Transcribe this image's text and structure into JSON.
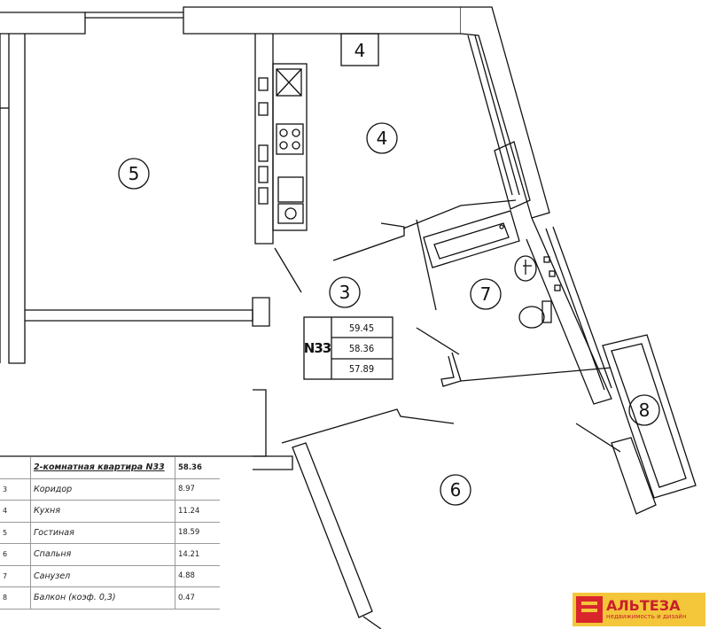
{
  "rooms": [
    {
      "num": "3"
    },
    {
      "num": "4"
    },
    {
      "num": "5"
    },
    {
      "num": "6"
    },
    {
      "num": "7"
    },
    {
      "num": "8"
    }
  ],
  "kitchen_marker": "4",
  "area_box": {
    "code": "N33",
    "total": "59.45",
    "living": "58.36",
    "without_balcony": "57.89"
  },
  "legend": {
    "title": "2-комнатная квартира N33",
    "title_area": "58.36",
    "rows": [
      {
        "num": "3",
        "name": "Коридор",
        "area": "8.97"
      },
      {
        "num": "4",
        "name": "Кухня",
        "area": "11.24"
      },
      {
        "num": "5",
        "name": "Гостиная",
        "area": "18.59"
      },
      {
        "num": "6",
        "name": "Спальня",
        "area": "14.21"
      },
      {
        "num": "7",
        "name": "Санузел",
        "area": "4.88"
      },
      {
        "num": "8",
        "name": "Балкон (коэф. 0,3)",
        "area": "0.47"
      }
    ]
  },
  "brand": {
    "name": "АЛЬТЕЗА",
    "tagline": "недвижимость и дизайн",
    "accent_color": "#f4c63a",
    "text_color": "#c8202a"
  }
}
